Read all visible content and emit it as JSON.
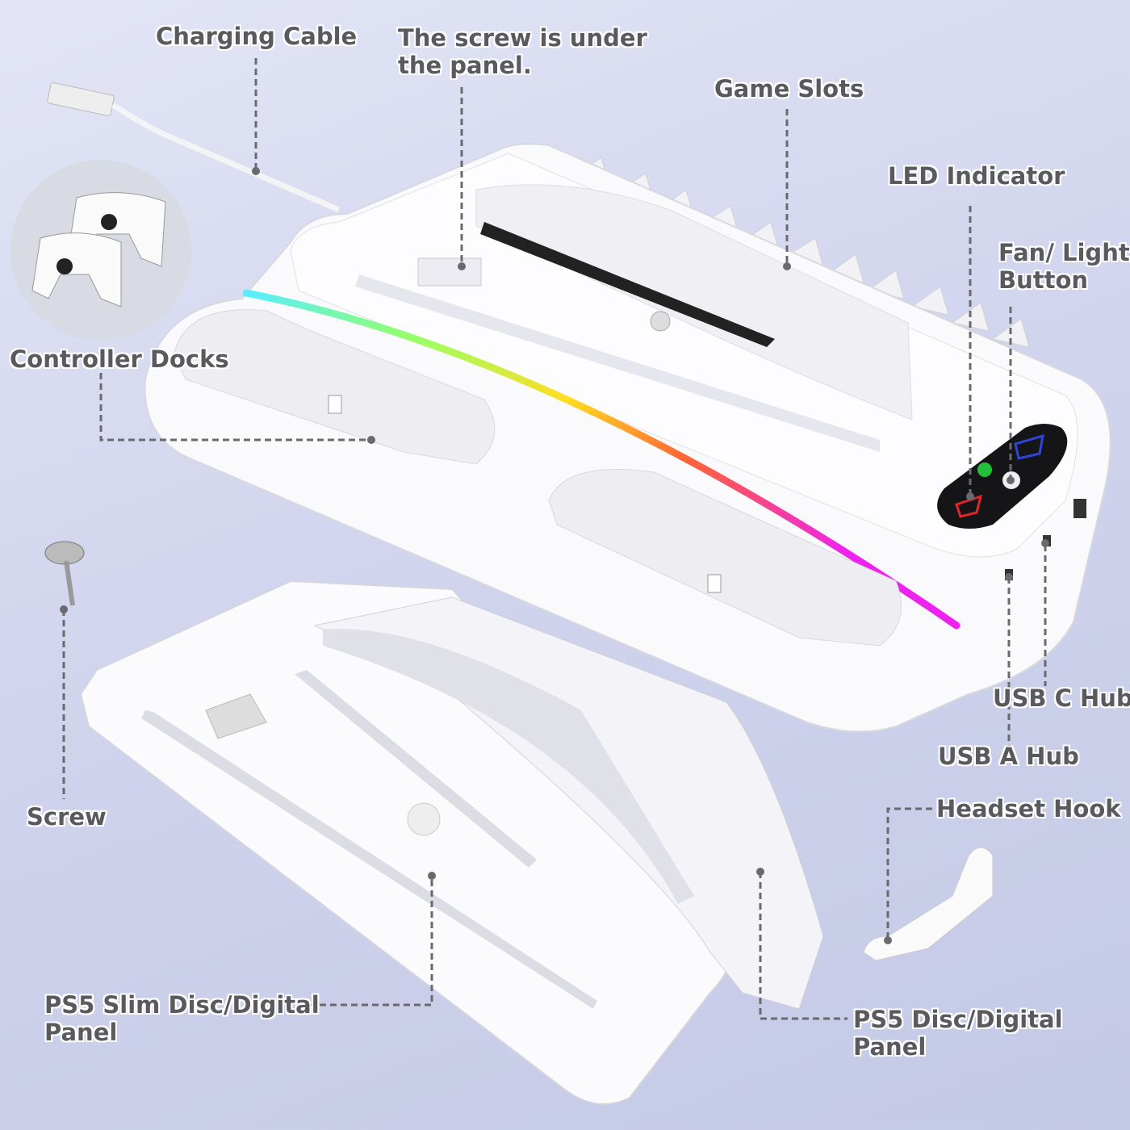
{
  "labels": {
    "charging_cable": "Charging Cable",
    "screw_under_panel": [
      "The screw is under",
      "the panel."
    ],
    "game_slots": "Game Slots",
    "led_indicator": "LED Indicator",
    "fan_light_button": [
      "Fan/ Light",
      "Button"
    ],
    "controller_docks": "Controller Docks",
    "usb_c_hub": "USB C Hub",
    "usb_a_hub": "USB A Hub",
    "headset_hook": "Headset Hook",
    "screw": "Screw",
    "ps5_slim_panel": [
      "PS5 Slim Disc/Digital",
      "Panel"
    ],
    "ps5_panel": [
      "PS5 Disc/Digital",
      "Panel"
    ]
  },
  "colors": {
    "label": "#5a5a5e",
    "leader": "#6a6a6e",
    "led_red": "#e0262a",
    "led_blue": "#2f45d8",
    "led_green": "#22c03a"
  }
}
